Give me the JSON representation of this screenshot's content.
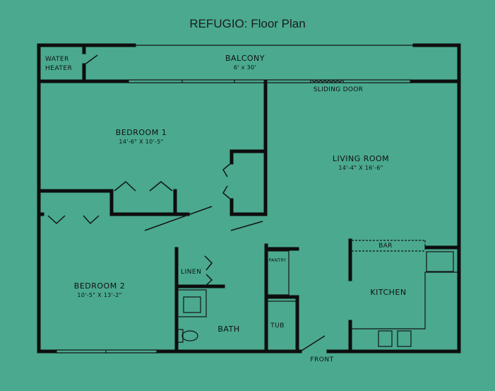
{
  "title": "REFUGIO: Floor Plan",
  "rooms": {
    "water_heater": {
      "line1": "WATER",
      "line2": "HEATER"
    },
    "balcony": {
      "name": "BALCONY",
      "dims": "6' x 30'"
    },
    "sliding_door": "SLIDING DOOR",
    "bedroom1": {
      "name": "BEDROOM 1",
      "dims": "14'-6\" X 10'-5\""
    },
    "living_room": {
      "name": "LIVING ROOM",
      "dims": "14'-4\" X 16'-6\""
    },
    "bar": "BAR",
    "kitchen": "KITCHEN",
    "pantry": "PANTRY",
    "linen": "LINEN",
    "bedroom2": {
      "name": "BEDROOM 2",
      "dims": "10'-5\" X 13'-2\""
    },
    "tub": "TUB",
    "bath": "BATH",
    "front": "FRONT"
  },
  "colors": {
    "background": "#4aa98f",
    "wall": "#0d0d0d",
    "line": "#141414"
  }
}
